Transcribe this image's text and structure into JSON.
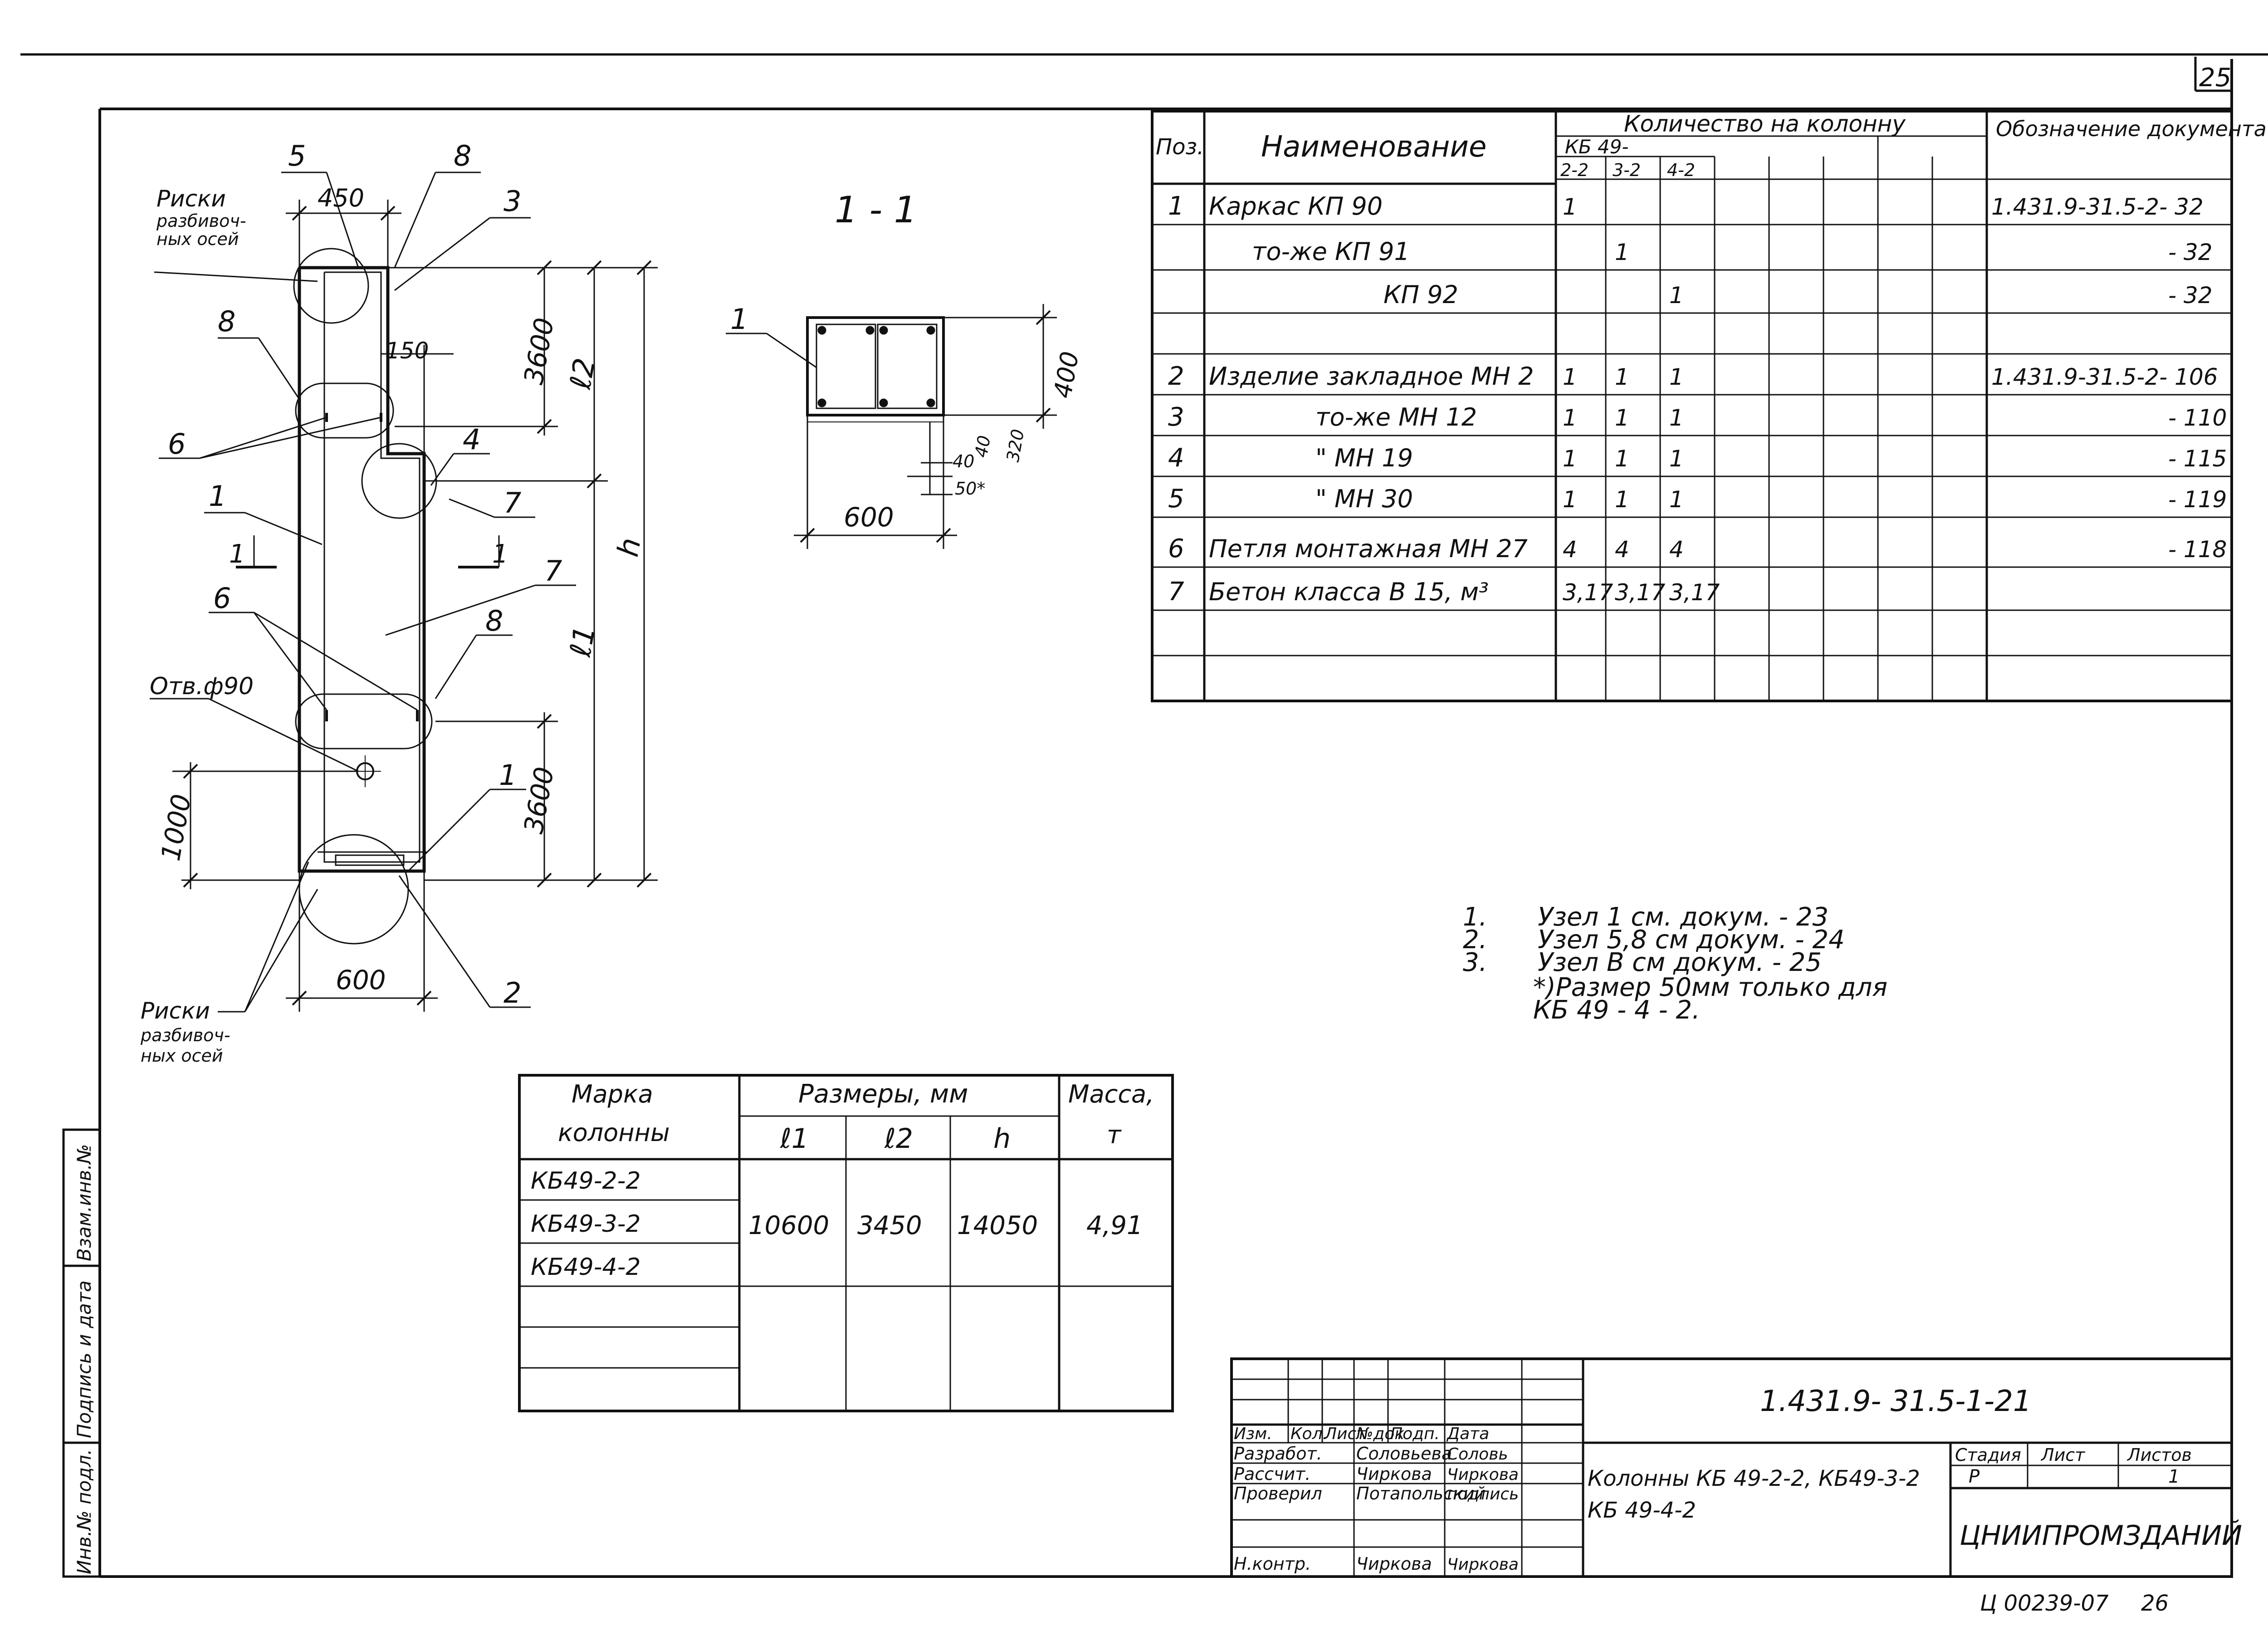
{
  "sheet_number": "25",
  "section_label": "1 - 1",
  "elevation": {
    "dim_width": "450",
    "dim_step": "150",
    "dim_upper": "3600",
    "dim_lower": "3600",
    "dim_l2": "ℓ2",
    "dim_l1": "ℓ1",
    "dim_h": "h",
    "dim_bottom": "600",
    "dim_1000": "1000",
    "callouts": [
      "5",
      "8",
      "3",
      "8",
      "6",
      "4",
      "1",
      "7",
      "7",
      "6",
      "8",
      "1",
      "2"
    ],
    "section_mark_left": "1",
    "section_mark_right": "1",
    "risk_top": [
      "Риски",
      "разбивоч-",
      "ных осей"
    ],
    "risk_bottom": [
      "Риски",
      "разбивоч-",
      "ных осей"
    ],
    "hole_label": "Отв.ф90"
  },
  "section": {
    "callout": "1",
    "dim_400": "400",
    "dim_600": "600",
    "dim_320": "320",
    "dim_40a": "40",
    "dim_40b": "40",
    "dim_50": "50*"
  },
  "spec_table": {
    "headers": {
      "pos": "Поз.",
      "name": "Наименование",
      "qty": "Количество на колонну",
      "kb": "КБ 49-",
      "sub": [
        "2-2",
        "3-2",
        "4-2"
      ],
      "doc": "Обозначение документа"
    },
    "rows": [
      {
        "pos": "1",
        "name": "Каркас  КП 90",
        "q": [
          "1",
          "",
          ""
        ],
        "doc": "1.431.9-31.5-2- 32"
      },
      {
        "pos": "",
        "name": "то-же  КП 91",
        "q": [
          "",
          "1",
          ""
        ],
        "doc": "- 32"
      },
      {
        "pos": "",
        "name": "КП 92",
        "q": [
          "",
          "",
          "1"
        ],
        "doc": "- 32"
      },
      {
        "pos": "",
        "name": "",
        "q": [
          "",
          "",
          ""
        ],
        "doc": ""
      },
      {
        "pos": "2",
        "name": "Изделие закладное  МН 2",
        "q": [
          "1",
          "1",
          "1"
        ],
        "doc": "1.431.9-31.5-2- 106"
      },
      {
        "pos": "3",
        "name": "то-же  МН 12",
        "q": [
          "1",
          "1",
          "1"
        ],
        "doc": "- 110"
      },
      {
        "pos": "4",
        "name": "\"  МН 19",
        "q": [
          "1",
          "1",
          "1"
        ],
        "doc": "- 115"
      },
      {
        "pos": "5",
        "name": "\"  МН 30",
        "q": [
          "1",
          "1",
          "1"
        ],
        "doc": "- 119"
      },
      {
        "pos": "6",
        "name": "Петля монтажная  МН 27",
        "q": [
          "4",
          "4",
          "4"
        ],
        "doc": "- 118"
      },
      {
        "pos": "7",
        "name": "Бетон класса В 15,  м³",
        "q": [
          "3,17",
          "3,17",
          "3,17"
        ],
        "doc": ""
      },
      {
        "pos": "",
        "name": "",
        "q": [
          "",
          "",
          ""
        ],
        "doc": ""
      },
      {
        "pos": "",
        "name": "",
        "q": [
          "",
          "",
          ""
        ],
        "doc": ""
      }
    ]
  },
  "notes": [
    {
      "num": "1.",
      "text": "Узел 1 см. докум.  - 23"
    },
    {
      "num": "2.",
      "text": "Узел 5,8 см докум.  - 24"
    },
    {
      "num": "3.",
      "text": "Узел В см докум.  - 25"
    },
    {
      "num": "",
      "text": "*)Размер 50мм только для"
    },
    {
      "num": "",
      "text": "КБ 49 - 4 - 2."
    }
  ],
  "column_table": {
    "h_mark": [
      "Марка",
      "колонны"
    ],
    "h_dims": "Размеры, мм",
    "h_l1": "ℓ1",
    "h_l2": "ℓ2",
    "h_h": "h",
    "h_mass": [
      "Масса,",
      "т"
    ],
    "marks": [
      "КБ49-2-2",
      "КБ49-3-2",
      "КБ49-4-2"
    ],
    "l1": "10600",
    "l2": "3450",
    "h": "14050",
    "mass": "4,91"
  },
  "title_block": {
    "code": "1.431.9- 31.5-1-21",
    "title": [
      "Колонны КБ 49-2-2, КБ49-3-2",
      "КБ 49-4-2"
    ],
    "hdr": [
      "Изм.",
      "Кол.",
      "Лист",
      "№док",
      "Подп.",
      "Дата"
    ],
    "roles": [
      "Разработ.",
      "Рассчит.",
      "Проверил",
      "",
      "Н.контр."
    ],
    "names": [
      "Соловьева",
      "Чиркова",
      "Потапольский",
      "",
      "Чиркова"
    ],
    "signs": [
      "Соловь",
      "Чиркова",
      "подпись",
      "",
      "Чиркова"
    ],
    "stage_hdr": "Стадия",
    "sheet_hdr": "Лист",
    "sheets_hdr": "Листов",
    "stage": "Р",
    "sheet": "",
    "sheets": "1",
    "org": "ЦНИИПРОМЗДАНИЙ"
  },
  "side_stamp": [
    "Инв.№ подл.",
    "Подпись и дата",
    "Взам.инв.№"
  ],
  "archive_code": "Ц 00239-07",
  "archive_page": "26"
}
